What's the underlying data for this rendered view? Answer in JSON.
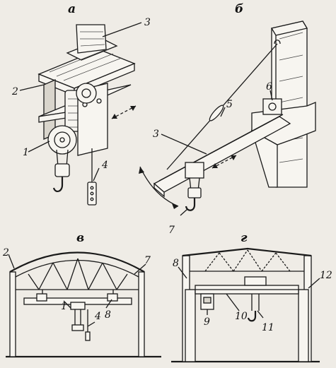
{
  "panels": {
    "a": "а",
    "b": "б",
    "v": "в",
    "g": "г"
  },
  "callouts": {
    "a": [
      "1",
      "2",
      "3",
      "4"
    ],
    "b": [
      "3",
      "5",
      "6",
      "7"
    ],
    "v": [
      "1",
      "2",
      "4",
      "7",
      "8"
    ],
    "g": [
      "8",
      "9",
      "10",
      "11",
      "12"
    ]
  }
}
